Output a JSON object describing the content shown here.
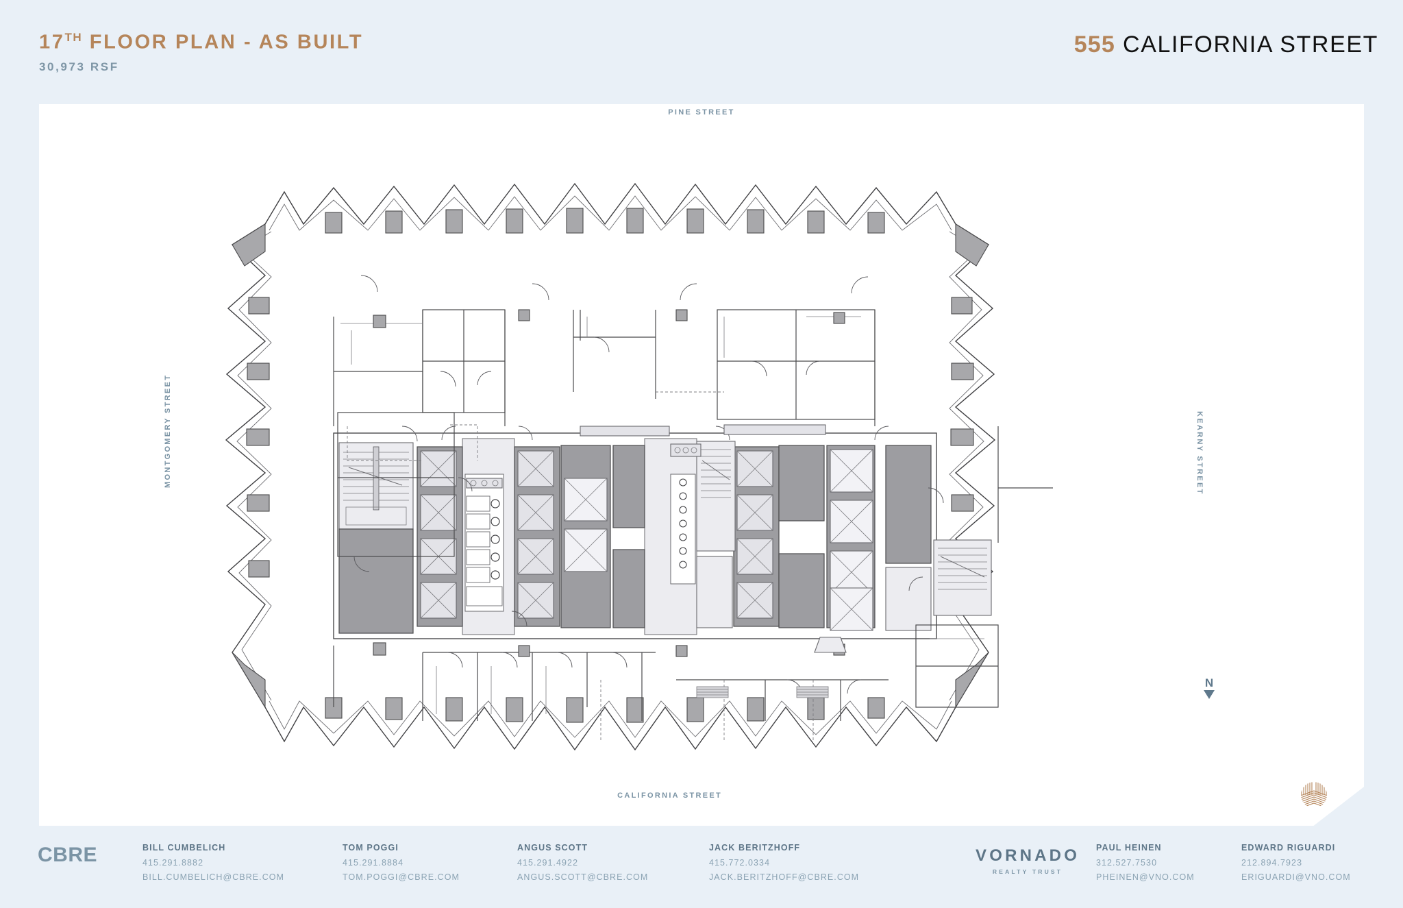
{
  "header": {
    "floor_number": "17",
    "floor_ordinal": "TH",
    "title_rest": " FLOOR PLAN - AS BUILT",
    "title_full": "17TH FLOOR PLAN - AS BUILT",
    "rsf": "30,973 RSF",
    "brand_number": "555",
    "brand_name": " CALIFORNIA STREET",
    "title_color": "#b5855a",
    "subtitle_color": "#7e96a6"
  },
  "plan": {
    "streets": {
      "north": "PINE STREET",
      "south": "CALIFORNIA STREET",
      "west": "MONTGOMERY STREET",
      "east": "KEARNY STREET"
    },
    "north_indicator": "N",
    "background": "#ffffff",
    "medallion_color": "#b5855a"
  },
  "footer": {
    "cbre_logo": "CBRE",
    "vornado_name": "VORNADO",
    "vornado_tagline": "REALTY TRUST",
    "contacts": [
      {
        "name": "BILL CUMBELICH",
        "phone": "415.291.8882",
        "email": "BILL.CUMBELICH@CBRE.COM"
      },
      {
        "name": "TOM POGGI",
        "phone": "415.291.8884",
        "email": "TOM.POGGI@CBRE.COM"
      },
      {
        "name": "ANGUS SCOTT",
        "phone": "415.291.4922",
        "email": "ANGUS.SCOTT@CBRE.COM"
      },
      {
        "name": "JACK BERITZHOFF",
        "phone": "415.772.0334",
        "email": "JACK.BERITZHOFF@CBRE.COM"
      },
      {
        "name": "PAUL HEINEN",
        "phone": "312.527.7530",
        "email": "PHEINEN@VNO.COM"
      },
      {
        "name": "EDWARD RIGUARDI",
        "phone": "212.894.7923",
        "email": "ERIGUARDI@VNO.COM"
      }
    ]
  },
  "colors": {
    "page_background": "#e9f0f7",
    "accent_tan": "#b5855a",
    "slate": "#7e96a6",
    "wall_dark": "#58585a",
    "wall_fill": "#a8a8ab",
    "core_fill": "#9d9da1",
    "light_fill": "#ececf0"
  }
}
